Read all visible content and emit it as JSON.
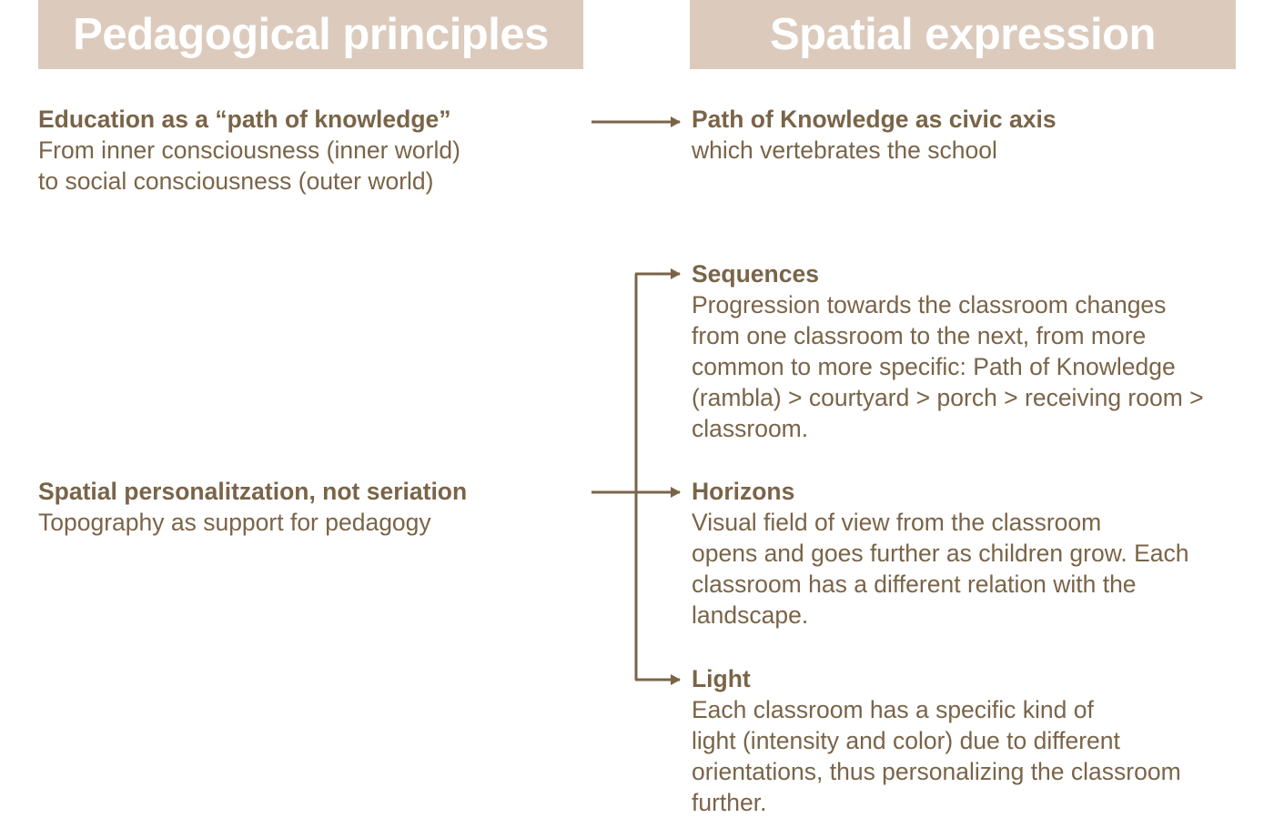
{
  "headers": {
    "left": "Pedagogical principles",
    "right": "Spatial expression"
  },
  "principles": [
    {
      "title": "Education as a “path of knowledge”",
      "lines": [
        "From inner consciousness (inner world)",
        "to social consciousness (outer world)"
      ]
    },
    {
      "title": "Spatial personalitzation, not seriation",
      "lines": [
        "Topography as support for pedagogy"
      ]
    }
  ],
  "expressions": [
    {
      "title": "Path of Knowledge as civic axis",
      "lines": [
        "which vertebrates the school"
      ]
    },
    {
      "title": "Sequences",
      "lines": [
        "Progression towards the classroom changes",
        "from one classroom to the next, from more",
        "common to more specific: Path of Knowledge",
        "(rambla) > courtyard > porch > receiving room >",
        "classroom."
      ]
    },
    {
      "title": "Horizons",
      "lines": [
        "Visual field of view from the classroom",
        "opens and goes further as children grow. Each",
        "classroom has a different relation with the",
        "landscape."
      ]
    },
    {
      "title": "Light",
      "lines": [
        "Each classroom has a specific kind of",
        "light (intensity and color) due to different",
        "orientations, thus personalizing the classroom",
        "further."
      ]
    }
  ],
  "colors": {
    "header_fill": "#dccbbd",
    "header_text": "#ffffff",
    "body_text": "#7a6448",
    "connector": "#7a6448"
  }
}
